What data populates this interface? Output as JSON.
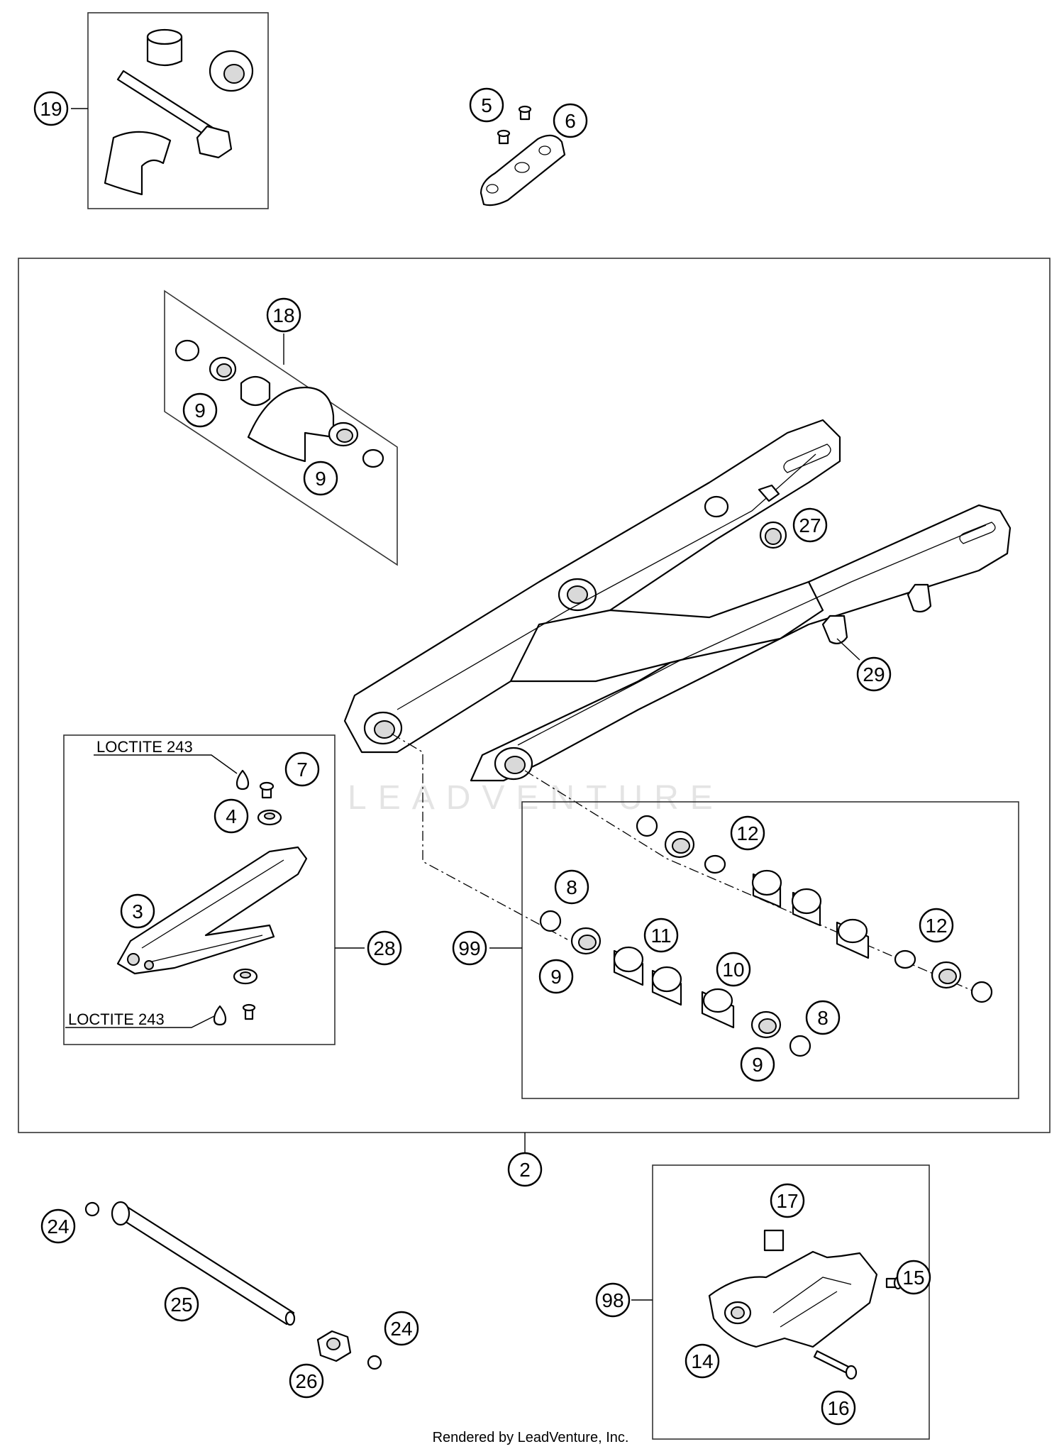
{
  "callouts": {
    "c19": "19",
    "c5": "5",
    "c6": "6",
    "c18": "18",
    "c9a": "9",
    "c9b": "9",
    "c27": "27",
    "c29": "29",
    "c7": "7",
    "c4": "4",
    "c3": "3",
    "c28": "28",
    "c99": "99",
    "c12a": "12",
    "c8a": "8",
    "c11": "11",
    "c9c": "9",
    "c10": "10",
    "c12b": "12",
    "c8b": "8",
    "c9d": "9",
    "c2": "2",
    "c24a": "24",
    "c25": "25",
    "c24b": "24",
    "c26": "26",
    "c17": "17",
    "c98": "98",
    "c15": "15",
    "c14": "14",
    "c16": "16"
  },
  "labels": {
    "loctite_top": "LOCTITE 243",
    "loctite_bottom": "LOCTITE 243"
  },
  "watermark": "LEADVENTURE",
  "footer": "Rendered by LeadVenture, Inc."
}
